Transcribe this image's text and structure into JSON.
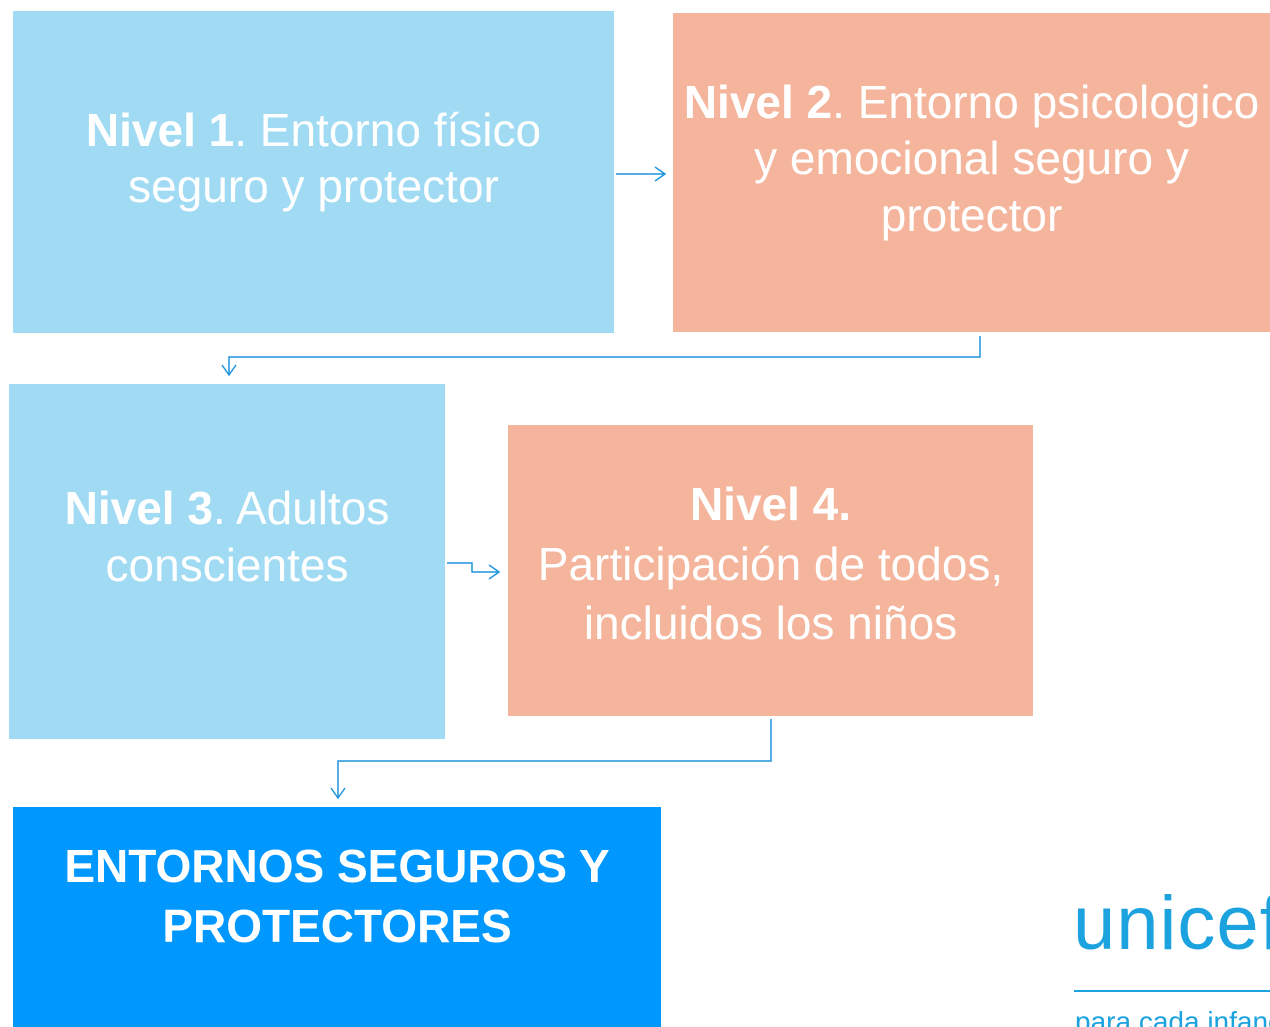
{
  "levels": [
    {
      "title": "Nivel 1",
      "rest": ". Entorno físico seguro y protector"
    },
    {
      "title": "Nivel 2",
      "rest": ". Entorno psicologico y emocional seguro y protector"
    },
    {
      "title": "Nivel 3",
      "rest": ". Adultos conscientes"
    },
    {
      "title": "Nivel 4.",
      "rest": "Participación de todos, incluidos los niños"
    }
  ],
  "result": {
    "label": "ENTORNOS SEGUROS Y PROTECTORES"
  },
  "logo": {
    "wordmark": "unicef",
    "tagline": "para cada infancia"
  },
  "colors": {
    "level_blue": "#a0dbf3",
    "level_salmon": "#f4b59c",
    "result_blue": "#0098fe",
    "connector": "#1f94dd",
    "logo_blue": "#1ba2df"
  }
}
